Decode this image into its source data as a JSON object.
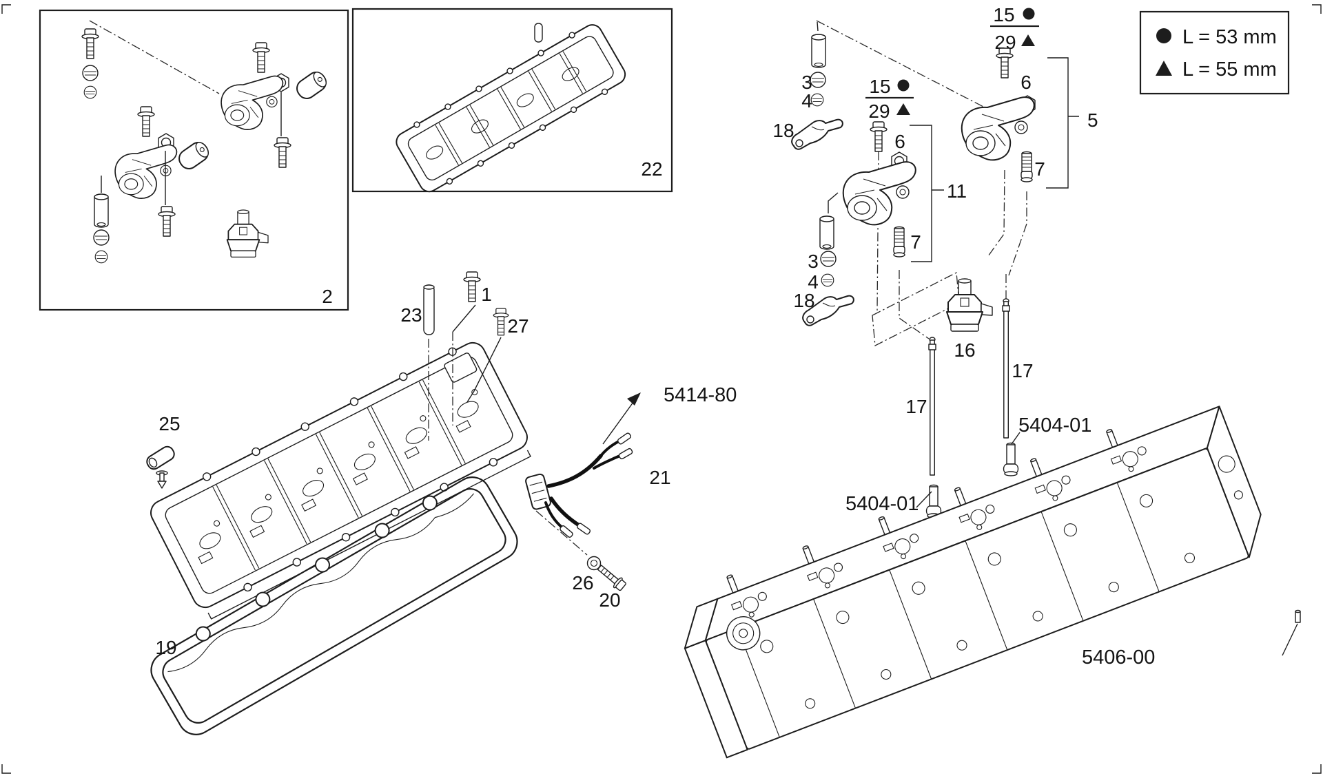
{
  "legend": {
    "items": [
      {
        "symbol": "circle",
        "text": "L = 53 mm"
      },
      {
        "symbol": "triangle",
        "text": "L = 55 mm"
      }
    ]
  },
  "insets": {
    "rocker_kit_label": "2",
    "carrier_frame_label": "22"
  },
  "callouts": {
    "bolt_long": "1",
    "tappet_upper": "3",
    "seal_upper": "4",
    "bracket_right": "5",
    "nut_mid": "6",
    "nut_right": "6",
    "screw_mid": "7",
    "screw_right": "7",
    "bracket_mid": "11",
    "fraction_mid": {
      "num": "15",
      "den": "29",
      "num_symbol": "circle",
      "den_symbol": "triangle"
    },
    "fraction_right": {
      "num": "15",
      "den": "29",
      "num_symbol": "circle",
      "den_symbol": "triangle"
    },
    "bridge": "16",
    "pushrod_left": "17",
    "pushrod_right": "17",
    "lever_upper": "18",
    "tappet_lower": "3",
    "seal_lower": "4",
    "lever_lower": "18",
    "gasket": "19",
    "bolt_head_flanged": "20",
    "harness": "21",
    "dowel": "23",
    "clip": "25",
    "washer": "26",
    "bolt_short": "27"
  },
  "part_refs": {
    "harness_assembly": "5414-80",
    "stud_left": "5404-01",
    "stud_right": "5404-01",
    "cylinder_head": "5406-00"
  }
}
